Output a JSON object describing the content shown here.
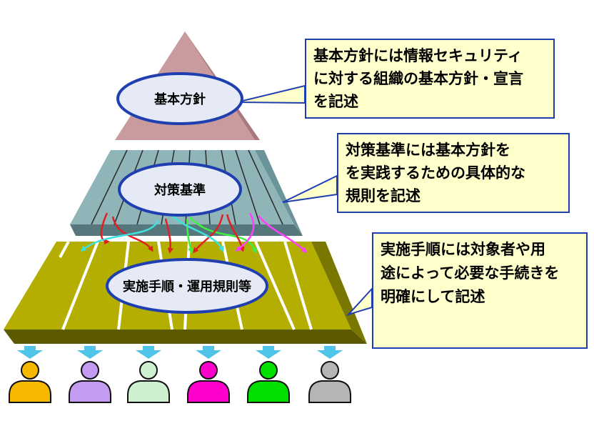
{
  "levels": {
    "policy": {
      "label": "基本方針"
    },
    "standards": {
      "label": "対策基準"
    },
    "procedures": {
      "label": "実施手順・運用規則等"
    }
  },
  "callouts": {
    "policy": [
      "基本方針には情報セキュリティ",
      "に対する組織の基本方針・宣言",
      "を記述"
    ],
    "standards": [
      "対策基準には基本方針を",
      "を実践するための具体的な",
      "規則を記述"
    ],
    "procedures": [
      "実施手順には対象者や用",
      "途によって必要な手続きを",
      "明確にして記述"
    ]
  },
  "colors": {
    "pyramid_top": "#c99a9e",
    "middle_layer": "#8fb5b9",
    "bottom_layer": "#b3ae00",
    "ellipse_fill": "#e6eaf6",
    "ellipse_stroke": "#1f3fb0",
    "callout_fill": "#ffffcc",
    "callout_border": "#1f3fb0",
    "down_arrow": "#4fc3e8"
  },
  "users": [
    {
      "name": "user-orange",
      "color": "#f7b900"
    },
    {
      "name": "user-purple",
      "color": "#c39bf0"
    },
    {
      "name": "user-mint",
      "color": "#cff0d0"
    },
    {
      "name": "user-magenta",
      "color": "#ff00cc"
    },
    {
      "name": "user-green",
      "color": "#00e000"
    },
    {
      "name": "user-gray",
      "color": "#b5b5b5"
    }
  ]
}
